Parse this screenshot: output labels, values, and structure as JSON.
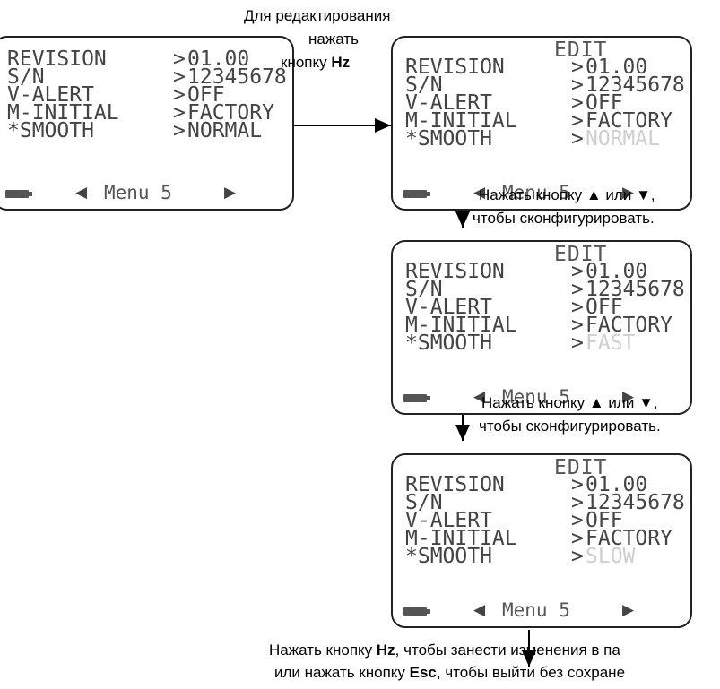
{
  "screens": [
    {
      "edit": "",
      "rows": [
        {
          "label": "REVISION",
          "value": "01.00"
        },
        {
          "label": "S/N",
          "value": "12345678"
        },
        {
          "label": "V-ALERT",
          "value": "OFF"
        },
        {
          "label": "M-INITIAL",
          "value": "FACTORY"
        },
        {
          "label": "*SMOOTH",
          "value": "NORMAL"
        }
      ],
      "menu": "Menu 5"
    },
    {
      "edit": "EDIT",
      "rows": [
        {
          "label": "REVISION",
          "value": "01.00"
        },
        {
          "label": "S/N",
          "value": "12345678"
        },
        {
          "label": "V-ALERT",
          "value": "OFF"
        },
        {
          "label": "M-INITIAL",
          "value": "FACTORY"
        },
        {
          "label": "*SMOOTH",
          "value": "NORMAL"
        }
      ],
      "menu": "Menu 5"
    },
    {
      "edit": "EDIT",
      "rows": [
        {
          "label": "REVISION",
          "value": "01.00"
        },
        {
          "label": "S/N",
          "value": "12345678"
        },
        {
          "label": "V-ALERT",
          "value": "OFF"
        },
        {
          "label": "M-INITIAL",
          "value": "FACTORY"
        },
        {
          "label": "*SMOOTH",
          "value": "FAST"
        }
      ],
      "menu": "Menu 5"
    },
    {
      "edit": "EDIT",
      "rows": [
        {
          "label": "REVISION",
          "value": "01.00"
        },
        {
          "label": "S/N",
          "value": "12345678"
        },
        {
          "label": "V-ALERT",
          "value": "OFF"
        },
        {
          "label": "M-INITIAL",
          "value": "FACTORY"
        },
        {
          "label": "*SMOOTH",
          "value": "SLOW"
        }
      ],
      "menu": "Menu 5"
    }
  ],
  "notes": {
    "edit_line1": "Для редактирования",
    "edit_line2": "нажать",
    "edit_line3_prefix": "кнопку ",
    "edit_line3_bold": "Hz",
    "step1_line1": "Нажать кнопку ▲ или ▼,",
    "step1_line2": "чтобы сконфигурировать.",
    "step2_line1": "Нажать кнопку ▲ или ▼,",
    "step2_line2": "чтобы сконфигурировать.",
    "final_l1_a": "Нажать кнопку ",
    "final_l1_b": "Hz",
    "final_l1_c": ", чтобы занести изменения в па",
    "final_l2_a": "или нажать кнопку ",
    "final_l2_b": "Esc",
    "final_l2_c": ", чтобы выйти без сохране"
  },
  "icons": {
    "battery": "battery-icon",
    "left": "left-arrow-icon",
    "right": "right-arrow-icon"
  },
  "colors": {
    "lcd_text": "#444444",
    "faded_value": "#cfcfcf",
    "border": "#222222"
  }
}
